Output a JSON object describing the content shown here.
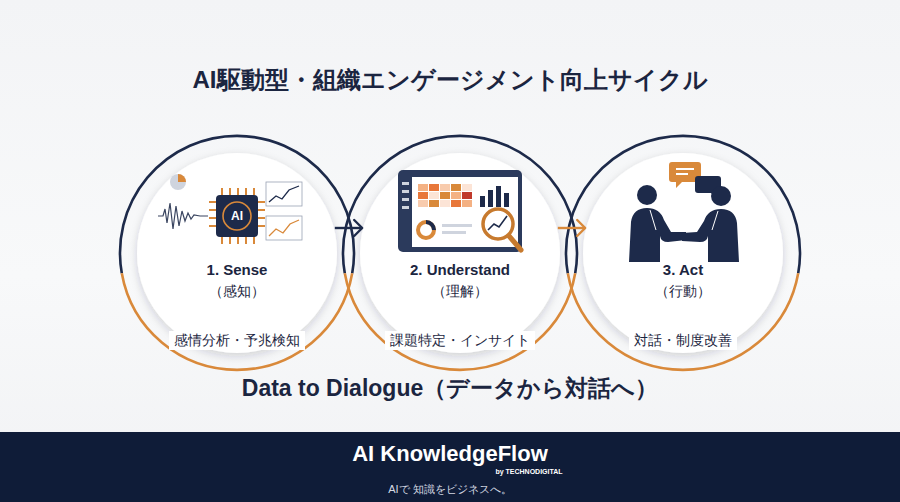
{
  "diagram": {
    "title": "AI駆動型・組織エンゲージメント向上サイクル",
    "caption": "Data to Dialogue（データから対話へ）",
    "nodes": [
      {
        "text": [
          "1. Sense",
          "（感知）",
          "感情分析・予兆検知"
        ]
      },
      {
        "text": [
          "2. Understand",
          "（理解）",
          "課題特定・インサイト"
        ]
      },
      {
        "text": [
          "3. Act",
          "（行動）",
          "対話・制度改善"
        ]
      }
    ],
    "edges": [
      {
        "from": 0,
        "to": 1,
        "arrow": "to"
      },
      {
        "from": 1,
        "to": 2,
        "arrow": "to"
      }
    ],
    "labels": [
      "AI",
      "AI KnowledgeFlow",
      "by TECHNODIGITAL",
      "AIで 知識をビジネスへ。"
    ]
  }
}
